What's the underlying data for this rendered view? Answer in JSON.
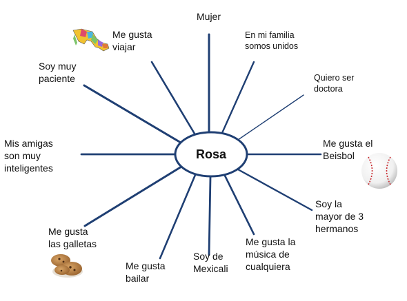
{
  "center": {
    "name": "Rosa"
  },
  "spokes": [
    {
      "id": "mujer",
      "text": "Mujer"
    },
    {
      "id": "familia",
      "text": "En mi familia\nsomos unidos"
    },
    {
      "id": "doctora",
      "text": "Quiero ser\ndoctora"
    },
    {
      "id": "beisbol",
      "text": "Me gusta el\nBeisbol"
    },
    {
      "id": "hermanos",
      "text": "Soy la\nmayor de 3\nhermanos"
    },
    {
      "id": "musica",
      "text": "Me gusta la\nmúsica de\ncualquiera"
    },
    {
      "id": "mexicali",
      "text": "Soy de\nMexicali"
    },
    {
      "id": "bailar",
      "text": "Me gusta\nbailar"
    },
    {
      "id": "galletas",
      "text": "Me gusta\nlas galletas"
    },
    {
      "id": "amigas",
      "text": "Mis amigas\nson muy\ninteligentes"
    },
    {
      "id": "paciente",
      "text": "Soy muy\npaciente"
    },
    {
      "id": "viajar",
      "text": "Me gusta\nviajar"
    }
  ],
  "icons": [
    "mexico-map-icon",
    "baseball-icon",
    "cookies-icon"
  ],
  "colors": {
    "spoke": "#1f3f73",
    "ellipse": "#1f3f73"
  }
}
